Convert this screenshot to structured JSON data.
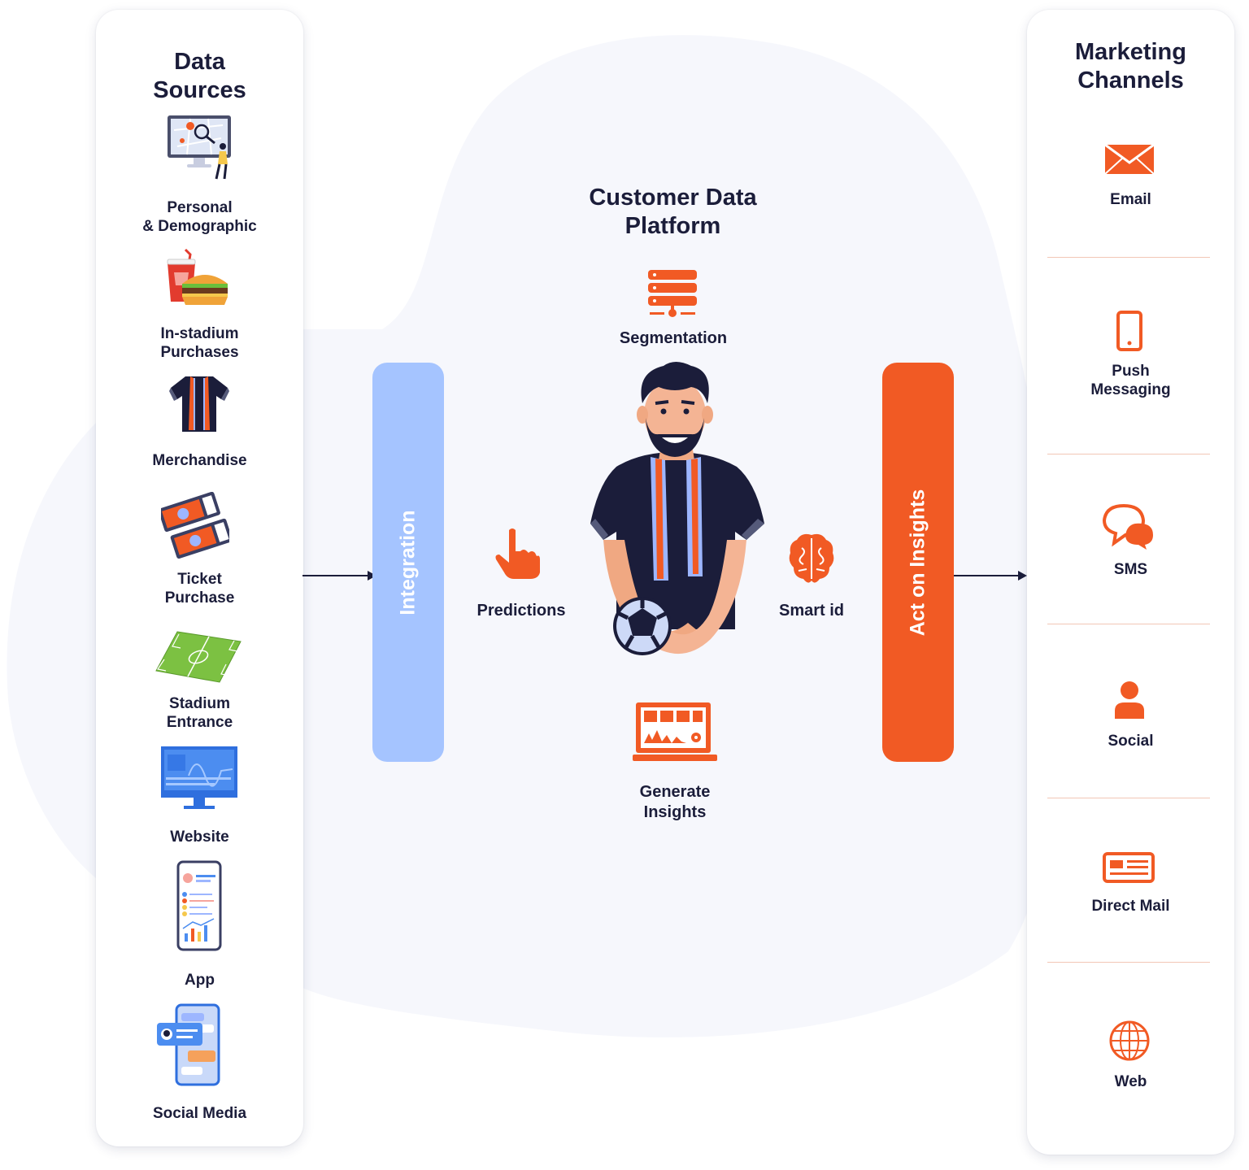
{
  "colors": {
    "accent": "#f15a24",
    "integration": "#a5c4ff",
    "text": "#1b1d3a",
    "background_blob": "#f6f7fc"
  },
  "data_sources": {
    "title": "Data\nSources",
    "items": [
      {
        "label": "Personal\n& Demographic",
        "icon": "map-search-monitor-icon"
      },
      {
        "label": "In-stadium\nPurchases",
        "icon": "burger-drink-icon"
      },
      {
        "label": "Merchandise",
        "icon": "jersey-icon"
      },
      {
        "label": "Ticket\nPurchase",
        "icon": "tickets-icon"
      },
      {
        "label": "Stadium\nEntrance",
        "icon": "football-field-icon"
      },
      {
        "label": "Website",
        "icon": "website-monitor-icon"
      },
      {
        "label": "App",
        "icon": "mobile-app-icon"
      },
      {
        "label": "Social Media",
        "icon": "social-chat-phone-icon"
      }
    ]
  },
  "platform": {
    "title": "Customer Data\nPlatform",
    "integration_label": "Integration",
    "act_label": "Act on Insights",
    "nodes": {
      "segmentation": "Segmentation",
      "predictions": "Predictions",
      "smart_id": "Smart id",
      "insights": "Generate\nInsights"
    },
    "icons": [
      "server-stack-icon",
      "pointing-hand-icon",
      "brain-icon",
      "analytics-laptop-icon",
      "football-fan-illustration"
    ]
  },
  "marketing_channels": {
    "title": "Marketing\nChannels",
    "items": [
      {
        "label": "Email",
        "icon": "envelope-icon"
      },
      {
        "label": "Push\nMessaging",
        "icon": "smartphone-icon"
      },
      {
        "label": "SMS",
        "icon": "chat-bubbles-icon"
      },
      {
        "label": "Social",
        "icon": "user-icon"
      },
      {
        "label": "Direct Mail",
        "icon": "id-card-icon"
      },
      {
        "label": "Web",
        "icon": "globe-icon"
      }
    ]
  }
}
